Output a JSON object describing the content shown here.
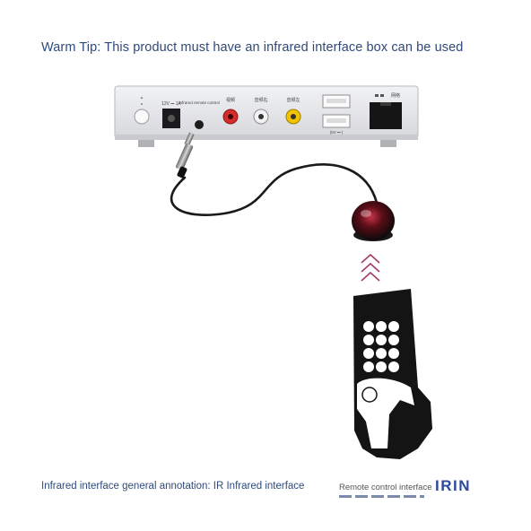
{
  "tip_text": "Warm Tip: This product must have an infrared interface box can be used",
  "device": {
    "power_label": "12V ⎓ 1A",
    "ir_label": "Infrared remote control",
    "video_label": "视频",
    "audio_r_label": "音频右",
    "audio_l_label": "音频左",
    "usb_label": "(5V ⎓ )",
    "net_label": "网络"
  },
  "annotation_text": "Infrared interface general annotation: IR Infrared interface",
  "remote_label": "Remote control interface",
  "brand_text": "IRIN",
  "colors": {
    "text_blue": "#2f4a7a",
    "device_body": "#e4e5e8",
    "rca_red": "#d52b2b",
    "rca_white": "#f2f2f2",
    "rca_yellow": "#f2c400",
    "chevron": "#a53b6b"
  },
  "icons": [
    "power-button-icon",
    "ethernet-icon",
    "chevron-up-icon"
  ]
}
